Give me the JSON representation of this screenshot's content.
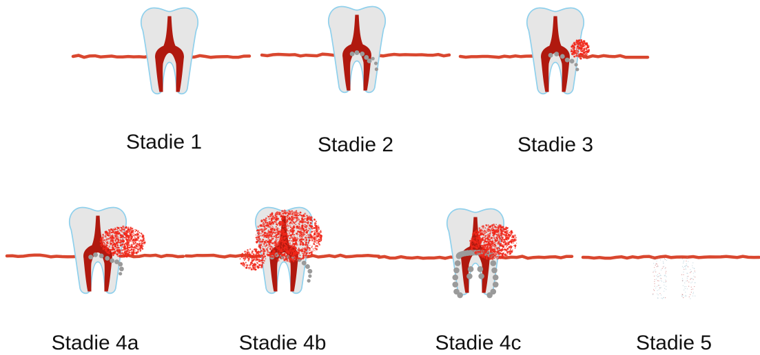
{
  "colors": {
    "gum": "#d9472f",
    "pulp": "#b0190f",
    "crown_fill": "#e6e6e6",
    "outline": "#8fd0ec",
    "inflammation": "#f0271a",
    "bone_loss": "#9a9a9a",
    "label": "#111111"
  },
  "stages": [
    {
      "label": "Stadie 1"
    },
    {
      "label": "Stadie 2"
    },
    {
      "label": "Stadie 3"
    },
    {
      "label": "Stadie 4a"
    },
    {
      "label": "Stadie 4b"
    },
    {
      "label": "Stadie 4c"
    },
    {
      "label": "Stadie 5"
    }
  ]
}
